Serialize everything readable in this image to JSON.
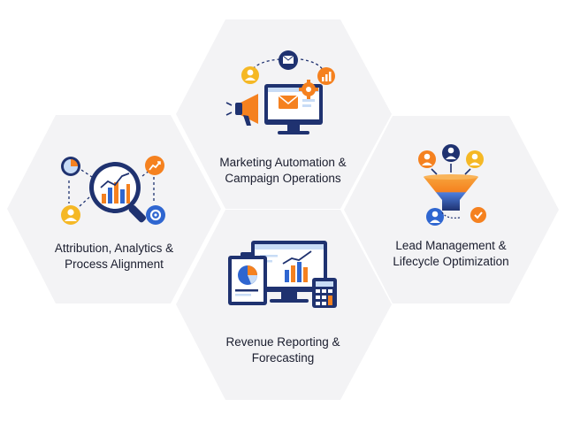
{
  "colors": {
    "hexagon_fill": "#f3f3f5",
    "navy": "#1f3270",
    "orange": "#f5811f",
    "blue": "#2f66d0",
    "light_blue": "#c8dcf6",
    "text": "#1a1d2e"
  },
  "hexagons": [
    {
      "name": "marketing-automation",
      "icon": "megaphone-monitor-icon",
      "label_lines": [
        "Marketing Automation &",
        "Campaign Operations"
      ]
    },
    {
      "name": "attribution-analytics",
      "icon": "magnifier-chart-icon",
      "label_lines": [
        "Attribution, Analytics &",
        "Process Alignment"
      ]
    },
    {
      "name": "lead-management",
      "icon": "funnel-icon",
      "label_lines": [
        "Lead Management &",
        "Lifecycle Optimization"
      ]
    },
    {
      "name": "revenue-reporting",
      "icon": "report-dashboard-icon",
      "label_lines": [
        "Revenue Reporting &",
        "Forecasting"
      ]
    }
  ]
}
